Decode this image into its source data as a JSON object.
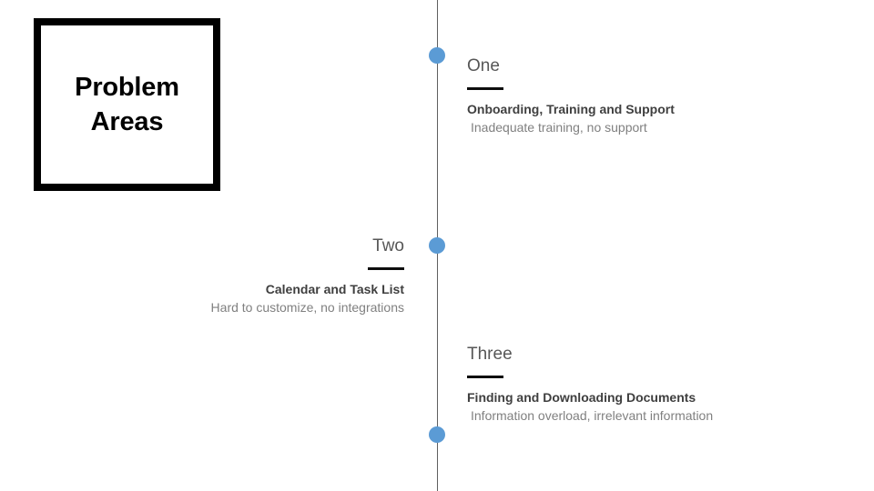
{
  "slide": {
    "title_line_1": "Problem",
    "title_line_2": "Areas",
    "accent_color": "#5b9bd5",
    "axis_color": "#606060",
    "rule_color": "#0d0d0d",
    "title_color": "#000000",
    "label_color": "#575757",
    "subtitle_color": "#3f3f3f",
    "description_color": "#808080"
  },
  "timeline": {
    "items": [
      {
        "label": "One",
        "subtitle": "Onboarding, Training and Support",
        "description": "Inadequate training, no support",
        "side": "right"
      },
      {
        "label": "Two",
        "subtitle": "Calendar and Task List",
        "description": "Hard to customize, no integrations",
        "side": "left"
      },
      {
        "label": "Three",
        "subtitle": "Finding and Downloading Documents",
        "description": "Information overload, irrelevant information",
        "side": "right"
      }
    ]
  }
}
